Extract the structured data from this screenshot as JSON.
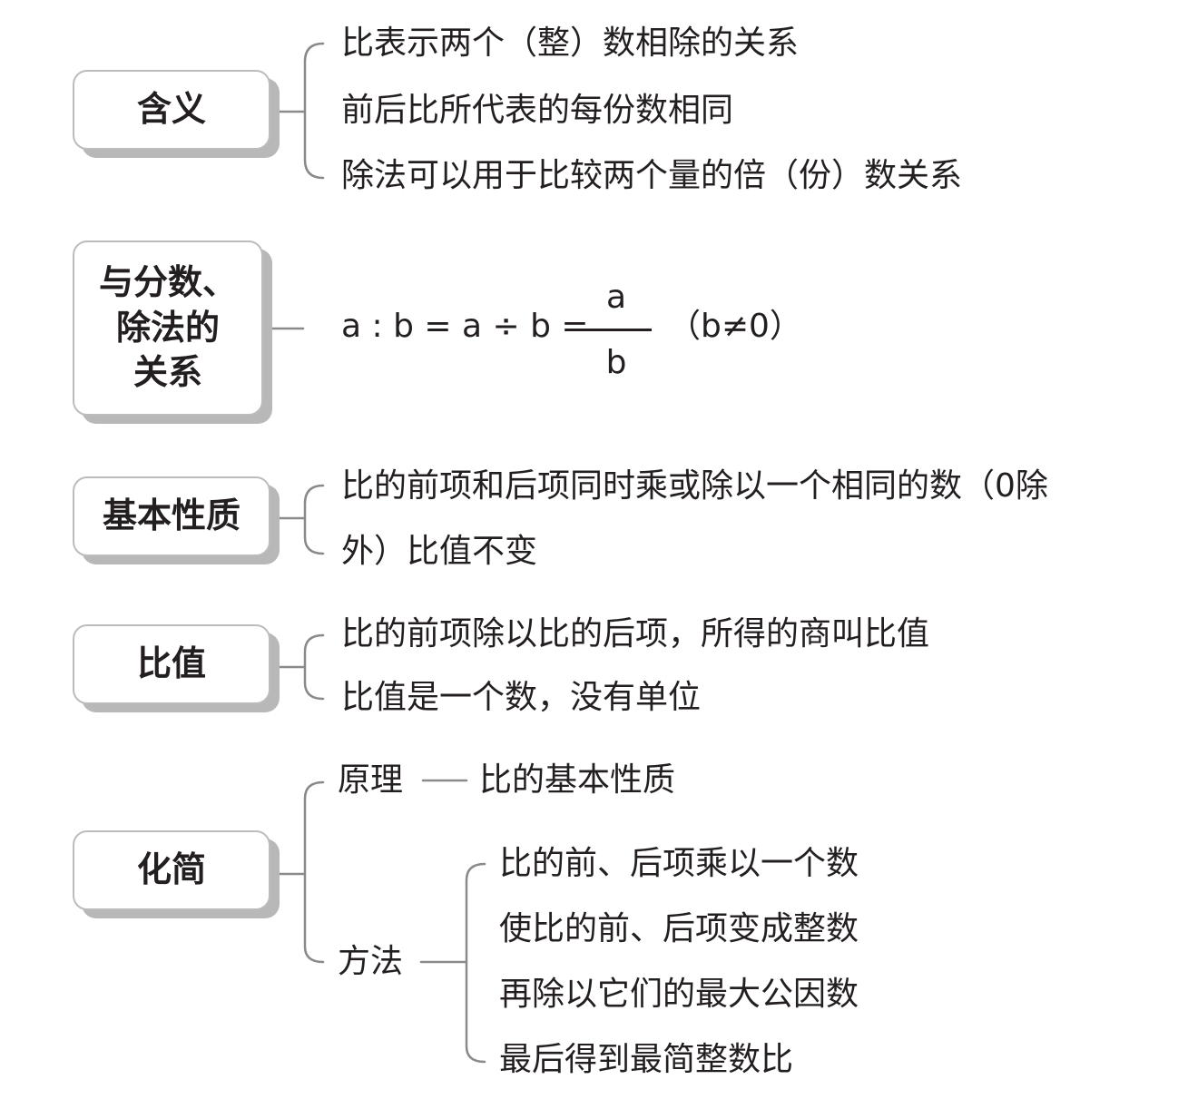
{
  "sections": {
    "meaning": {
      "title": "含义",
      "items": [
        "比表示两个（整）数相除的关系",
        "前后比所代表的每份数相同",
        "除法可以用于比较两个量的倍（份）数关系"
      ]
    },
    "relation": {
      "title_lines": [
        "与分数、",
        "除法的",
        "关系"
      ],
      "formula": {
        "lhs": "a : b = a ÷ b =",
        "numerator": "a",
        "denominator": "b",
        "condition": "（b≠0）"
      }
    },
    "property": {
      "title": "基本性质",
      "lines": [
        "比的前项和后项同时乘或除以一个相同的数（0除",
        "外）比值不变"
      ]
    },
    "ratio_value": {
      "title": "比值",
      "items": [
        "比的前项除以比的后项，所得的商叫比值",
        "比值是一个数，没有单位"
      ]
    },
    "simplify": {
      "title": "化简",
      "principle_label": "原理",
      "principle_value": "比的基本性质",
      "method_label": "方法",
      "method_steps": [
        "比的前、后项乘以一个数",
        "使比的前、后项变成整数",
        "再除以它们的最大公因数",
        "最后得到最简整数比"
      ]
    }
  },
  "colors": {
    "box_border": "#bcbcbc",
    "box_shadow": "#b8b8b8",
    "line": "#8a8a8a",
    "text": "#231f20"
  }
}
